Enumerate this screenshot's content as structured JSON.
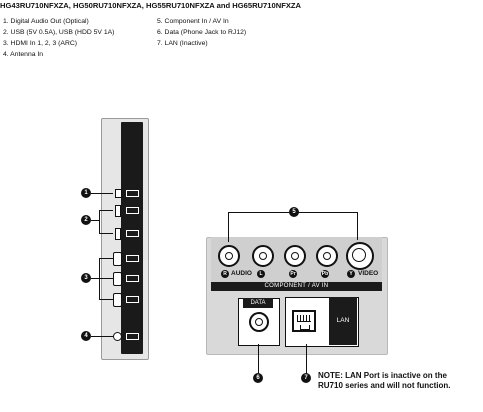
{
  "header": {
    "title": "HG43RU710NFXZA, HG50RU710NFXZA, HG55RU710NFXZA and HG65RU710NFXZA"
  },
  "legend": {
    "left": [
      "1. Digital Audio Out (Optical)",
      "2. USB (5V 0.5A), USB (HDD 5V 1A)",
      "3. HDMI In 1, 2, 3 (ARC)",
      "4. Antenna In"
    ],
    "right": [
      "5. Component In / AV In",
      "6. Data (Phone Jack to RJ12)",
      "7. LAN (Inactive)"
    ]
  },
  "callouts": [
    "1",
    "2",
    "3",
    "4",
    "5",
    "6",
    "7"
  ],
  "rear_panel": {
    "component_label": "COMPONENT / AV IN",
    "audio_label": "AUDIO",
    "video_label": "VIDEO",
    "symbols": {
      "r": "R",
      "l": "L",
      "pr": "Pr",
      "pb": "Pb",
      "y": "Y"
    },
    "data_label": "DATA",
    "lan_label": "LAN"
  },
  "note": {
    "line1": "NOTE: LAN Port is inactive on the",
    "line2": "RU710 series and will not function."
  }
}
